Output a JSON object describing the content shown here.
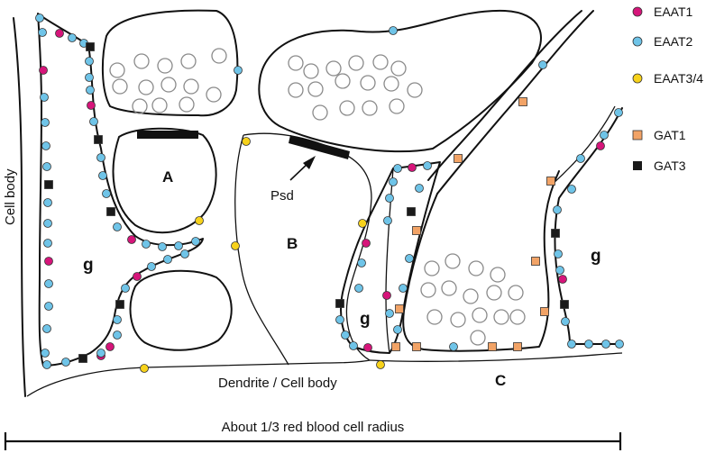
{
  "colors": {
    "eaat1": "#d6157a",
    "eaat2": "#6fc4e8",
    "eaat34": "#f7d21b",
    "gat1": "#f2a366",
    "gat3": "#1a1a1a",
    "membrane": "#111111",
    "psd": "#111111",
    "vesicle": "#8a8a8a"
  },
  "legend": {
    "items": [
      {
        "label": "EAAT1",
        "color": "#d6157a",
        "shape": "circle"
      },
      {
        "label": "EAAT2",
        "color": "#6fc4e8",
        "shape": "circle"
      },
      {
        "label": "EAAT3/4",
        "color": "#f7d21b",
        "shape": "circle"
      },
      {
        "label": "GAT1",
        "color": "#f2a366",
        "shape": "square"
      },
      {
        "label": "GAT3",
        "color": "#1a1a1a",
        "shape": "square"
      }
    ]
  },
  "labels": {
    "a": "A",
    "b": "B",
    "c": "C",
    "g_left": "g",
    "g_mid": "g",
    "g_right": "g",
    "psd": "Psd",
    "cell_body": "Cell body",
    "dendrite": "Dendrite / Cell body",
    "scale": "About 1/3 red blood cell radius"
  }
}
